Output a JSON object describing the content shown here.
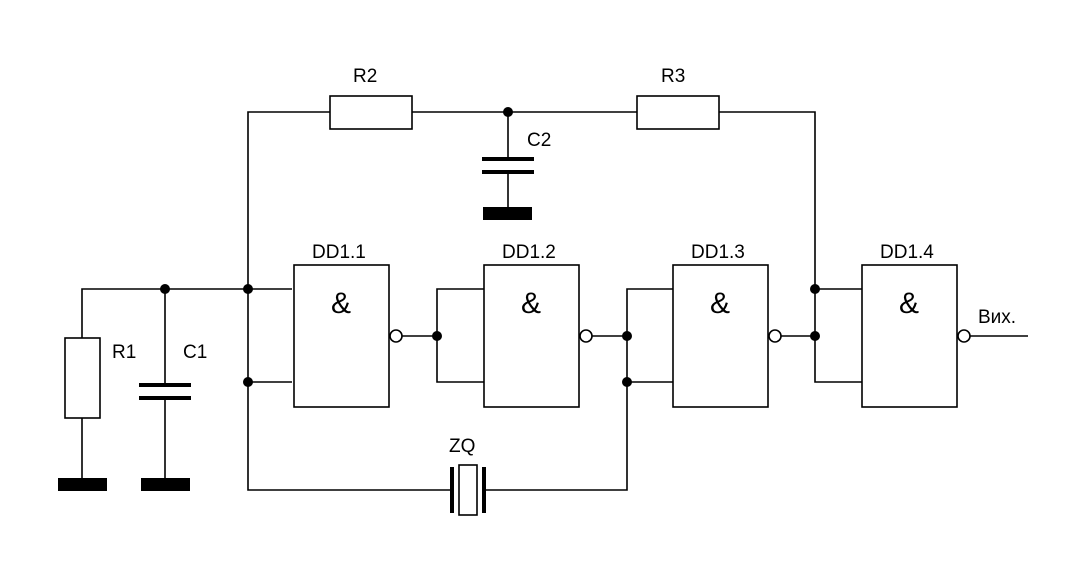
{
  "components": {
    "r1": "R1",
    "r2": "R2",
    "r3": "R3",
    "c1": "C1",
    "c2": "C2",
    "zq": "ZQ"
  },
  "gates": [
    {
      "label": "DD1.1",
      "symbol": "&"
    },
    {
      "label": "DD1.2",
      "symbol": "&"
    },
    {
      "label": "DD1.3",
      "symbol": "&"
    },
    {
      "label": "DD1.4",
      "symbol": "&"
    }
  ],
  "output_label": "Вих."
}
